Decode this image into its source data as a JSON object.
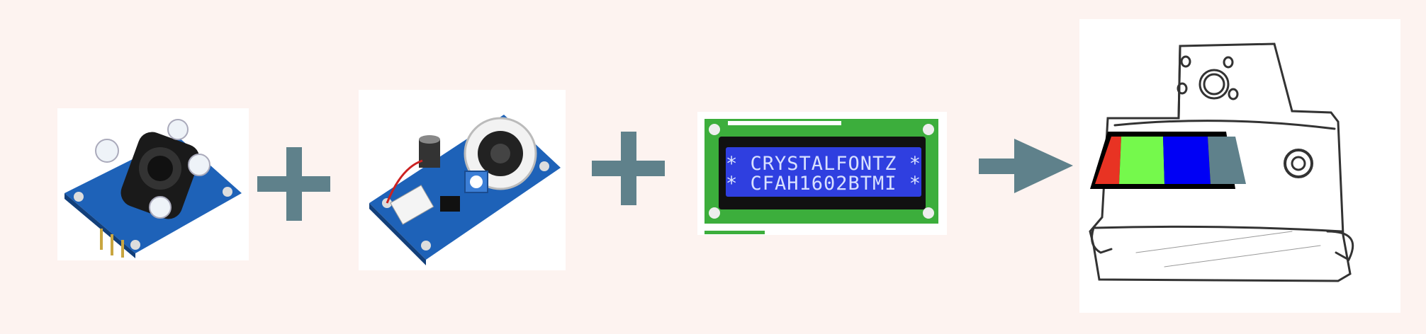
{
  "colors": {
    "background": "#fdf3f0",
    "operator": "#5f818b",
    "pcb_blue": "#1e62b8",
    "lcd_pcb_green": "#3cae3c",
    "lcd_screen": "#2f3fe0",
    "swatch_red": "#e83323",
    "swatch_green": "#75f94c",
    "swatch_blue": "#0000f5",
    "swatch_gray": "#5f818b"
  },
  "components": {
    "color_sensor": {
      "icon": "color-sensor-module"
    },
    "speaker_module": {
      "icon": "speaker-module"
    },
    "lcd": {
      "icon": "lcd-1602-display",
      "line1": "* CRYSTALFONTZ *",
      "line2": "* CFAH1602BTMI *"
    },
    "device_sketch": {
      "icon": "device-sketch",
      "swatches": [
        "#e83323",
        "#75f94c",
        "#0000f5",
        "#5f818b"
      ]
    }
  },
  "operators": [
    "plus",
    "plus",
    "arrow"
  ]
}
